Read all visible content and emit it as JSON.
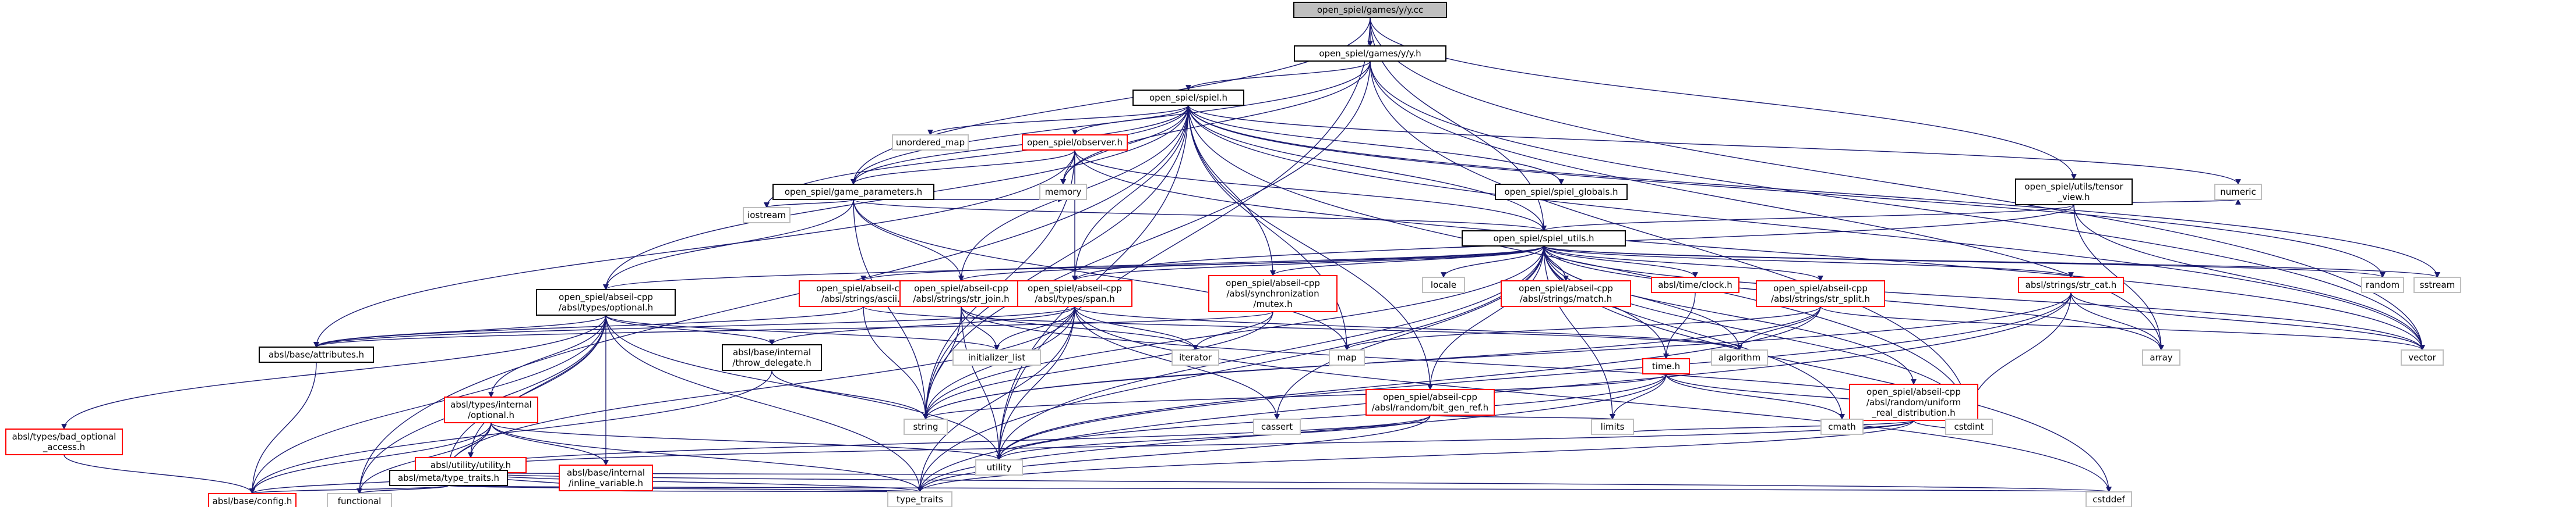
{
  "colors": {
    "edge": "#191970",
    "box_default": "#000000",
    "box_incomplete": "#ff0000",
    "box_system": "#bfbfbf",
    "root_fill": "#bfbfbf"
  },
  "nodes": {
    "root": {
      "lines": [
        "open_spiel/games/y/y.cc"
      ],
      "kind": "root"
    },
    "y_h": {
      "lines": [
        "open_spiel/games/y/y.h"
      ],
      "kind": "default"
    },
    "spiel_h": {
      "lines": [
        "open_spiel/spiel.h"
      ],
      "kind": "default"
    },
    "tensor_view": {
      "lines": [
        "open_spiel/utils/tensor",
        "_view.h"
      ],
      "kind": "default"
    },
    "observer": {
      "lines": [
        "open_spiel/observer.h"
      ],
      "kind": "incomplete"
    },
    "unordered_map": {
      "lines": [
        "unordered_map"
      ],
      "kind": "system"
    },
    "game_params": {
      "lines": [
        "open_spiel/game_parameters.h"
      ],
      "kind": "default"
    },
    "spiel_globals": {
      "lines": [
        "open_spiel/spiel_globals.h"
      ],
      "kind": "default"
    },
    "iostream": {
      "lines": [
        "iostream"
      ],
      "kind": "system"
    },
    "memory": {
      "lines": [
        "memory"
      ],
      "kind": "system"
    },
    "numeric": {
      "lines": [
        "numeric"
      ],
      "kind": "system"
    },
    "spiel_utils": {
      "lines": [
        "open_spiel/spiel_utils.h"
      ],
      "kind": "default"
    },
    "optional": {
      "lines": [
        "open_spiel/abseil-cpp",
        "/absl/types/optional.h"
      ],
      "kind": "default"
    },
    "ascii": {
      "lines": [
        "open_spiel/abseil-cpp",
        "/absl/strings/ascii.h"
      ],
      "kind": "incomplete"
    },
    "str_join": {
      "lines": [
        "open_spiel/abseil-cpp",
        "/absl/strings/str_join.h"
      ],
      "kind": "incomplete"
    },
    "span": {
      "lines": [
        "open_spiel/abseil-cpp",
        "/absl/types/span.h"
      ],
      "kind": "incomplete"
    },
    "mutex": {
      "lines": [
        "open_spiel/abseil-cpp",
        "/absl/synchronization",
        "/mutex.h"
      ],
      "kind": "incomplete"
    },
    "locale": {
      "lines": [
        "locale"
      ],
      "kind": "system"
    },
    "match": {
      "lines": [
        "open_spiel/abseil-cpp",
        "/absl/strings/match.h"
      ],
      "kind": "incomplete"
    },
    "clock": {
      "lines": [
        "absl/time/clock.h"
      ],
      "kind": "incomplete"
    },
    "str_split": {
      "lines": [
        "open_spiel/abseil-cpp",
        "/absl/strings/str_split.h"
      ],
      "kind": "incomplete"
    },
    "str_cat": {
      "lines": [
        "absl/strings/str_cat.h"
      ],
      "kind": "incomplete"
    },
    "random": {
      "lines": [
        "random"
      ],
      "kind": "system"
    },
    "sstream": {
      "lines": [
        "sstream"
      ],
      "kind": "system"
    },
    "attributes": {
      "lines": [
        "absl/base/attributes.h"
      ],
      "kind": "default"
    },
    "bad_optional": {
      "lines": [
        "absl/types/bad_optional",
        "_access.h"
      ],
      "kind": "incomplete"
    },
    "internal_optional": {
      "lines": [
        "absl/types/internal",
        "/optional.h"
      ],
      "kind": "incomplete"
    },
    "throw_delegate": {
      "lines": [
        "absl/base/internal",
        "/throw_delegate.h"
      ],
      "kind": "default"
    },
    "initializer_list": {
      "lines": [
        "initializer_list"
      ],
      "kind": "system"
    },
    "iterator": {
      "lines": [
        "iterator"
      ],
      "kind": "system"
    },
    "bit_gen_ref": {
      "lines": [
        "open_spiel/abseil-cpp",
        "/absl/random/bit_gen_ref.h"
      ],
      "kind": "incomplete"
    },
    "map": {
      "lines": [
        "map"
      ],
      "kind": "system"
    },
    "time_h": {
      "lines": [
        "time.h"
      ],
      "kind": "incomplete"
    },
    "algorithm": {
      "lines": [
        "algorithm"
      ],
      "kind": "system"
    },
    "uniform_real": {
      "lines": [
        "open_spiel/abseil-cpp",
        "/absl/random/uniform",
        "_real_distribution.h"
      ],
      "kind": "incomplete"
    },
    "array": {
      "lines": [
        "array"
      ],
      "kind": "system"
    },
    "vector": {
      "lines": [
        "vector"
      ],
      "kind": "system"
    },
    "utility_h": {
      "lines": [
        "absl/utility/utility.h"
      ],
      "kind": "incomplete"
    },
    "cassert": {
      "lines": [
        "cassert"
      ],
      "kind": "system"
    },
    "string": {
      "lines": [
        "string"
      ],
      "kind": "system"
    },
    "limits": {
      "lines": [
        "limits"
      ],
      "kind": "system"
    },
    "cmath": {
      "lines": [
        "cmath"
      ],
      "kind": "system"
    },
    "cstdint": {
      "lines": [
        "cstdint"
      ],
      "kind": "system"
    },
    "utility": {
      "lines": [
        "utility"
      ],
      "kind": "system"
    },
    "type_traits_h": {
      "lines": [
        "absl/meta/type_traits.h"
      ],
      "kind": "default"
    },
    "inline_variable": {
      "lines": [
        "absl/base/internal",
        "/inline_variable.h"
      ],
      "kind": "incomplete"
    },
    "config": {
      "lines": [
        "absl/base/config.h"
      ],
      "kind": "incomplete"
    },
    "functional": {
      "lines": [
        "functional"
      ],
      "kind": "system"
    },
    "type_traits": {
      "lines": [
        "type_traits"
      ],
      "kind": "system"
    },
    "cstddef": {
      "lines": [
        "cstddef"
      ],
      "kind": "system"
    }
  },
  "edges": [
    [
      "root",
      "y_h"
    ],
    [
      "root",
      "game_params"
    ],
    [
      "root",
      "spiel_utils"
    ],
    [
      "root",
      "tensor_view"
    ],
    [
      "root",
      "vector"
    ],
    [
      "root",
      "utility"
    ],
    [
      "y_h",
      "spiel_h"
    ],
    [
      "y_h",
      "memory"
    ],
    [
      "y_h",
      "string"
    ],
    [
      "y_h",
      "vector"
    ],
    [
      "y_h",
      "array"
    ],
    [
      "y_h",
      "cstdint"
    ],
    [
      "y_h",
      "game_params"
    ],
    [
      "spiel_h",
      "unordered_map"
    ],
    [
      "spiel_h",
      "observer"
    ],
    [
      "spiel_h",
      "game_params"
    ],
    [
      "spiel_h",
      "spiel_globals"
    ],
    [
      "spiel_h",
      "spiel_utils"
    ],
    [
      "spiel_h",
      "memory"
    ],
    [
      "spiel_h",
      "iostream"
    ],
    [
      "spiel_h",
      "random"
    ],
    [
      "spiel_h",
      "sstream"
    ],
    [
      "spiel_h",
      "numeric"
    ],
    [
      "spiel_h",
      "optional"
    ],
    [
      "spiel_h",
      "span"
    ],
    [
      "spiel_h",
      "str_join"
    ],
    [
      "spiel_h",
      "mutex"
    ],
    [
      "spiel_h",
      "bit_gen_ref"
    ],
    [
      "spiel_h",
      "map"
    ],
    [
      "spiel_h",
      "string"
    ],
    [
      "spiel_h",
      "utility"
    ],
    [
      "spiel_h",
      "vector"
    ],
    [
      "spiel_h",
      "functional"
    ],
    [
      "spiel_h",
      "cstdint"
    ],
    [
      "observer",
      "game_params"
    ],
    [
      "observer",
      "spiel_utils"
    ],
    [
      "observer",
      "span"
    ],
    [
      "observer",
      "memory"
    ],
    [
      "observer",
      "string"
    ],
    [
      "observer",
      "vector"
    ],
    [
      "observer",
      "attributes"
    ],
    [
      "tensor_view",
      "spiel_utils"
    ],
    [
      "tensor_view",
      "span"
    ],
    [
      "tensor_view",
      "numeric"
    ],
    [
      "tensor_view",
      "vector"
    ],
    [
      "tensor_view",
      "array"
    ],
    [
      "game_params",
      "spiel_utils"
    ],
    [
      "game_params",
      "iostream"
    ],
    [
      "game_params",
      "memory"
    ],
    [
      "game_params",
      "optional"
    ],
    [
      "game_params",
      "map"
    ],
    [
      "game_params",
      "string"
    ],
    [
      "game_params",
      "str_join"
    ],
    [
      "spiel_utils",
      "optional"
    ],
    [
      "spiel_utils",
      "ascii"
    ],
    [
      "spiel_utils",
      "str_join"
    ],
    [
      "spiel_utils",
      "span"
    ],
    [
      "spiel_utils",
      "mutex"
    ],
    [
      "spiel_utils",
      "locale"
    ],
    [
      "spiel_utils",
      "match"
    ],
    [
      "spiel_utils",
      "clock"
    ],
    [
      "spiel_utils",
      "str_split"
    ],
    [
      "spiel_utils",
      "str_cat"
    ],
    [
      "spiel_utils",
      "random"
    ],
    [
      "spiel_utils",
      "sstream"
    ],
    [
      "spiel_utils",
      "vector"
    ],
    [
      "spiel_utils",
      "algorithm"
    ],
    [
      "spiel_utils",
      "array"
    ],
    [
      "spiel_utils",
      "cstdint"
    ],
    [
      "spiel_utils",
      "cstddef"
    ],
    [
      "spiel_utils",
      "cmath"
    ],
    [
      "spiel_utils",
      "limits"
    ],
    [
      "spiel_utils",
      "string"
    ],
    [
      "spiel_utils",
      "type_traits"
    ],
    [
      "spiel_utils",
      "utility"
    ],
    [
      "spiel_utils",
      "time_h"
    ],
    [
      "spiel_utils",
      "uniform_real"
    ],
    [
      "spiel_utils",
      "bit_gen_ref"
    ],
    [
      "spiel_utils",
      "cassert"
    ],
    [
      "optional",
      "attributes"
    ],
    [
      "optional",
      "bad_optional"
    ],
    [
      "optional",
      "internal_optional"
    ],
    [
      "optional",
      "type_traits_h"
    ],
    [
      "optional",
      "utility_h"
    ],
    [
      "optional",
      "inline_variable"
    ],
    [
      "optional",
      "config"
    ],
    [
      "optional",
      "functional"
    ],
    [
      "optional",
      "initializer_list"
    ],
    [
      "optional",
      "type_traits"
    ],
    [
      "optional",
      "utility"
    ],
    [
      "optional",
      "throw_delegate"
    ],
    [
      "ascii",
      "attributes"
    ],
    [
      "ascii",
      "algorithm"
    ],
    [
      "ascii",
      "string"
    ],
    [
      "str_join",
      "string"
    ],
    [
      "str_join",
      "initializer_list"
    ],
    [
      "str_join",
      "iterator"
    ],
    [
      "str_join",
      "utility"
    ],
    [
      "str_join",
      "cstdint"
    ],
    [
      "span",
      "algorithm"
    ],
    [
      "span",
      "cassert"
    ],
    [
      "span",
      "cstddef"
    ],
    [
      "span",
      "initializer_list"
    ],
    [
      "span",
      "iterator"
    ],
    [
      "span",
      "string"
    ],
    [
      "span",
      "type_traits"
    ],
    [
      "span",
      "utility"
    ],
    [
      "span",
      "throw_delegate"
    ],
    [
      "span",
      "type_traits_h"
    ],
    [
      "span",
      "attributes"
    ],
    [
      "mutex",
      "string"
    ],
    [
      "mutex",
      "iterator"
    ],
    [
      "mutex",
      "attributes"
    ],
    [
      "str_split",
      "algorithm"
    ],
    [
      "str_split",
      "map"
    ],
    [
      "str_split",
      "string"
    ],
    [
      "str_split",
      "utility"
    ],
    [
      "str_split",
      "vector"
    ],
    [
      "str_cat",
      "array"
    ],
    [
      "str_cat",
      "cstdint"
    ],
    [
      "str_cat",
      "string"
    ],
    [
      "str_cat",
      "type_traits"
    ],
    [
      "str_cat",
      "vector"
    ],
    [
      "str_cat",
      "utility"
    ],
    [
      "clock",
      "time_h"
    ],
    [
      "time_h",
      "cmath"
    ],
    [
      "time_h",
      "cstdint"
    ],
    [
      "time_h",
      "limits"
    ],
    [
      "time_h",
      "string"
    ],
    [
      "time_h",
      "type_traits"
    ],
    [
      "time_h",
      "utility"
    ],
    [
      "uniform_real",
      "cmath"
    ],
    [
      "uniform_real",
      "cstdint"
    ],
    [
      "uniform_real",
      "limits"
    ],
    [
      "uniform_real",
      "type_traits"
    ],
    [
      "uniform_real",
      "type_traits_h"
    ],
    [
      "bit_gen_ref",
      "limits"
    ],
    [
      "bit_gen_ref",
      "type_traits"
    ],
    [
      "bit_gen_ref",
      "utility"
    ],
    [
      "bit_gen_ref",
      "type_traits_h"
    ],
    [
      "bad_optional",
      "config"
    ],
    [
      "internal_optional",
      "functional"
    ],
    [
      "internal_optional",
      "new"
    ],
    [
      "internal_optional",
      "type_traits"
    ],
    [
      "internal_optional",
      "utility"
    ],
    [
      "internal_optional",
      "utility_h"
    ],
    [
      "internal_optional",
      "type_traits_h"
    ],
    [
      "internal_optional",
      "inline_variable"
    ],
    [
      "internal_optional",
      "config"
    ],
    [
      "throw_delegate",
      "string"
    ],
    [
      "throw_delegate",
      "config"
    ],
    [
      "utility_h",
      "cstddef"
    ],
    [
      "utility_h",
      "tuple"
    ],
    [
      "utility_h",
      "type_traits"
    ],
    [
      "utility_h",
      "utility"
    ],
    [
      "utility_h",
      "config"
    ],
    [
      "utility_h",
      "inline_variable"
    ],
    [
      "utility_h",
      "type_traits_h"
    ],
    [
      "type_traits_h",
      "cstddef"
    ],
    [
      "type_traits_h",
      "functional"
    ],
    [
      "type_traits_h",
      "type_traits"
    ],
    [
      "type_traits_h",
      "config"
    ],
    [
      "inline_variable",
      "type_traits"
    ],
    [
      "attributes",
      "config"
    ]
  ]
}
